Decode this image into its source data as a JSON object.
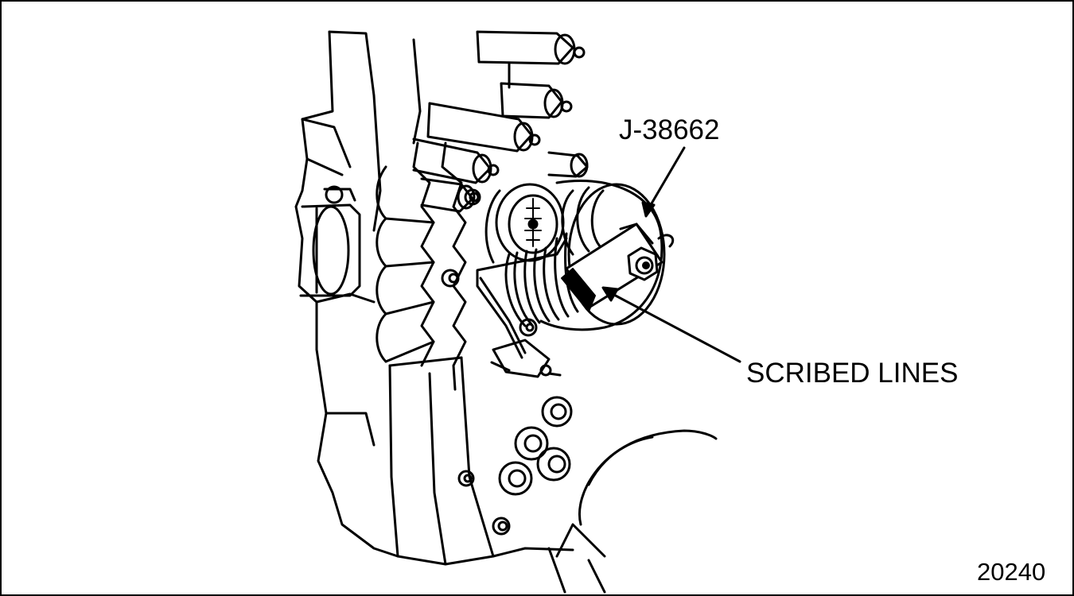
{
  "labels": {
    "tool_number": "J-38662",
    "scribed_lines": "SCRIBED LINES"
  },
  "figure_number": "20240",
  "colors": {
    "ink": "#000000",
    "paper": "#ffffff"
  }
}
